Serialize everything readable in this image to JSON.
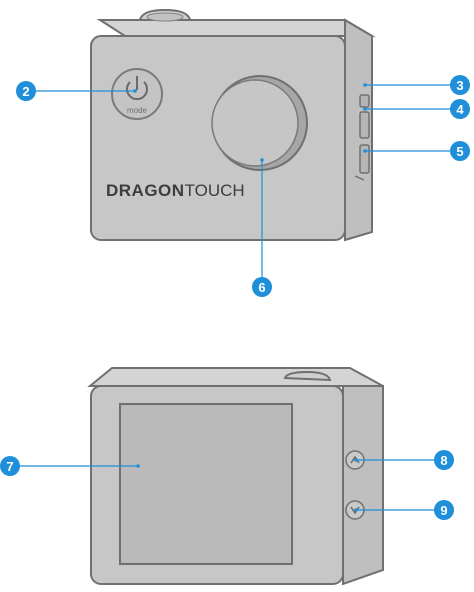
{
  "front_view": {
    "mode_label": "mode",
    "brand_bold": "DRAGON",
    "brand_light": "TOUCH"
  },
  "callouts": [
    {
      "number": "2"
    },
    {
      "number": "3"
    },
    {
      "number": "4"
    },
    {
      "number": "5"
    },
    {
      "number": "6"
    },
    {
      "number": "7"
    },
    {
      "number": "8"
    },
    {
      "number": "9"
    }
  ],
  "colors": {
    "callout": "#1f8fd9",
    "body": "#c7c7c7",
    "face": "#bdbdbd",
    "outline": "#707070"
  }
}
